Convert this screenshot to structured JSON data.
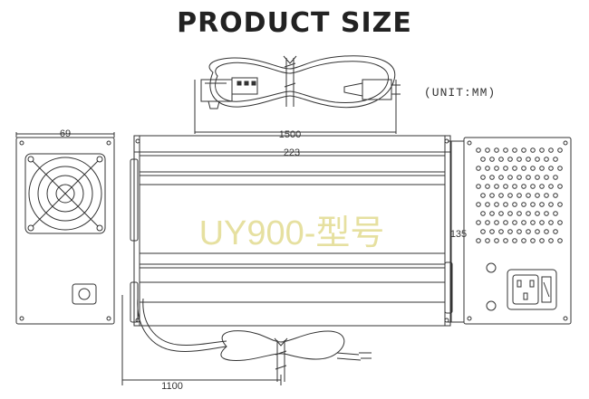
{
  "title": "PRODUCT SIZE",
  "unit_note": "(UNIT:MM)",
  "model_text": "UY900-型号",
  "dimensions": {
    "cable_length_top": "1500",
    "side_width": "69",
    "body_length": "223",
    "height": "135",
    "cable_length_bottom": "1100"
  },
  "colors": {
    "line": "#333333",
    "model_text": "#e6e0a0",
    "title": "#222222"
  }
}
